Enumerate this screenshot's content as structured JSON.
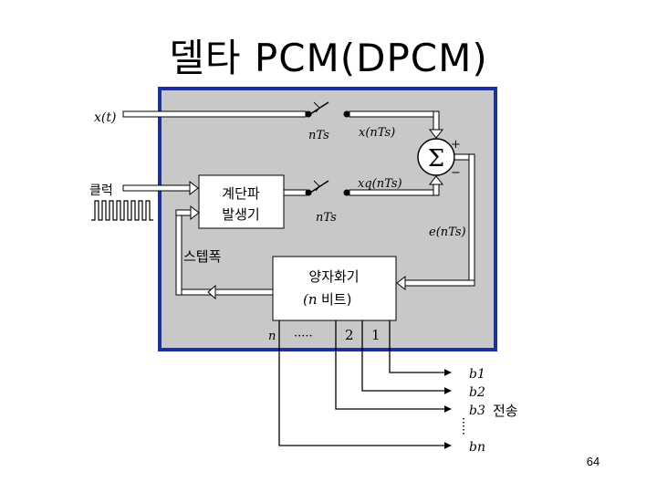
{
  "slide": {
    "title": "델타 PCM(DPCM)",
    "page_number": "64"
  },
  "inputs": {
    "signal": "x(t)",
    "clock": "클럭"
  },
  "sampler": {
    "top_label": "nTs",
    "top_output": "x(nTs)",
    "bottom_label": "nTs",
    "bottom_output": "xq(nTs)"
  },
  "summer": {
    "symbol": "Σ",
    "plus": "+",
    "minus": "−",
    "error_label": "e(nTs)"
  },
  "staircase_generator": {
    "line1": "계단파",
    "line2": "발생기"
  },
  "step_label": "스텝폭",
  "quantizer": {
    "line1": "양자화기",
    "line2_prefix": "(n",
    "line2_suffix": " 비트)"
  },
  "bit_outputs": {
    "left": "n",
    "dots": "·····",
    "two": "2",
    "one": "1"
  },
  "outputs": {
    "b1": "b1",
    "b2": "b2",
    "b3": "b3",
    "bn": "bn",
    "transmit": "전송"
  }
}
